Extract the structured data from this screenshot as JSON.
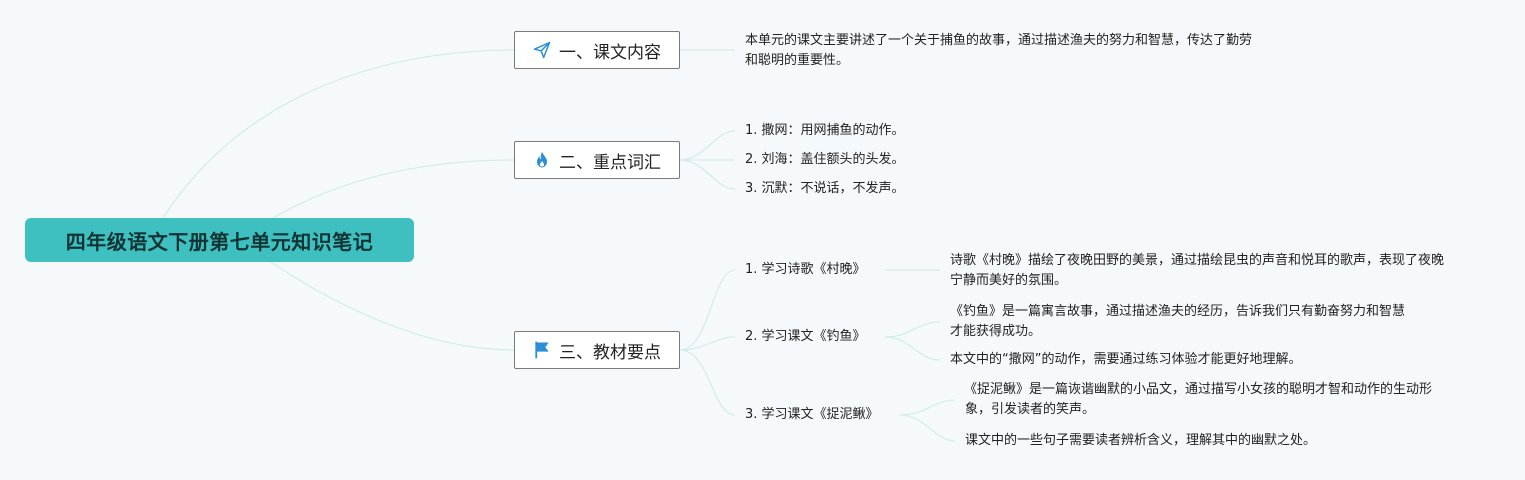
{
  "root": {
    "title": "四年级语文下册第七单元知识笔记"
  },
  "branches": [
    {
      "label": "一、课文内容",
      "icon": "paper-plane-icon",
      "children": [
        {
          "text": "本单元的课文主要讲述了一个关于捕鱼的故事，通过描述渔夫的努力和智慧，传达了勤劳和聪明的重要性。"
        }
      ]
    },
    {
      "label": "二、重点词汇",
      "icon": "flame-icon",
      "children": [
        {
          "text": "1. 撒网：用网捕鱼的动作。"
        },
        {
          "text": "2. 刘海：盖住额头的头发。"
        },
        {
          "text": "3. 沉默：不说话，不发声。"
        }
      ]
    },
    {
      "label": "三、教材要点",
      "icon": "flag-icon",
      "children": [
        {
          "text": "1. 学习诗歌《村晚》",
          "notes": [
            "诗歌《村晚》描绘了夜晚田野的美景，通过描绘昆虫的声音和悦耳的歌声，表现了夜晚宁静而美好的氛围。"
          ]
        },
        {
          "text": "2. 学习课文《钓鱼》",
          "notes": [
            "《钓鱼》是一篇寓言故事，通过描述渔夫的经历，告诉我们只有勤奋努力和智慧才能获得成功。",
            "本文中的“撒网”的动作，需要通过练习体验才能更好地理解。"
          ]
        },
        {
          "text": "3. 学习课文《捉泥鳅》",
          "notes": [
            "《捉泥鳅》是一篇诙谐幽默的小品文，通过描写小女孩的聪明才智和动作的生动形象，引发读者的笑声。",
            "课文中的一些句子需要读者辨析含义，理解其中的幽默之处。"
          ]
        }
      ]
    }
  ],
  "colors": {
    "root_fill": "#3fc0c0",
    "connector": "#d5ecec",
    "icon_blue": "#2b8fd8",
    "background": "#f6f9fb"
  }
}
